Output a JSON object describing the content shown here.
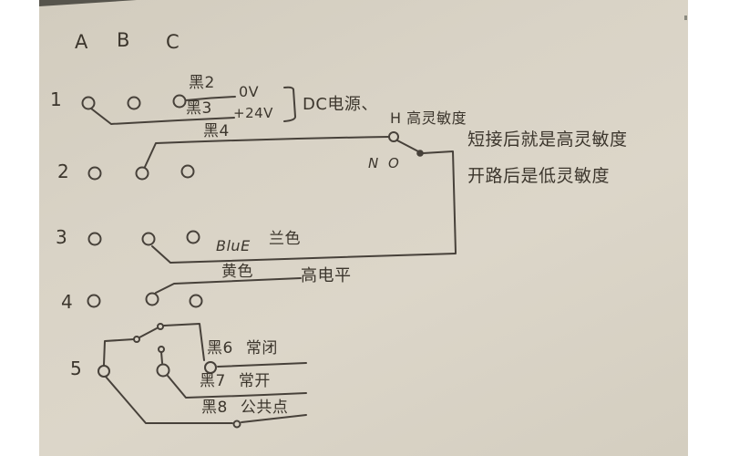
{
  "colors": {
    "paper": "#d7d1c4",
    "ink": "#453f36",
    "background": "#ffffff"
  },
  "columns": {
    "a": "A",
    "b": "B",
    "c": "C"
  },
  "row_labels": {
    "r1": "1",
    "r2": "2",
    "r3": "3",
    "r4": "4",
    "r5": "5"
  },
  "power": {
    "black2": "黑2",
    "zero_v": "0V",
    "black3": "黑3",
    "plus_24v": "+24V",
    "dc_label": "DC电源、"
  },
  "sensitivity_switch": {
    "black4": "黑4",
    "h_label": "H 高灵敏度",
    "no_label": "N O"
  },
  "notes": {
    "line1": "短接后就是高灵敏度",
    "line2": "开路后是低灵敏度"
  },
  "signal_wires": {
    "blue_en": "BluE",
    "blue_cn": "兰色",
    "yellow": "黄色",
    "high_level": "高电平"
  },
  "relay_wires": {
    "black6": "黑6",
    "nc": "常闭",
    "black7": "黑7",
    "no": "常开",
    "black8": "黑8",
    "common": "公共点"
  }
}
